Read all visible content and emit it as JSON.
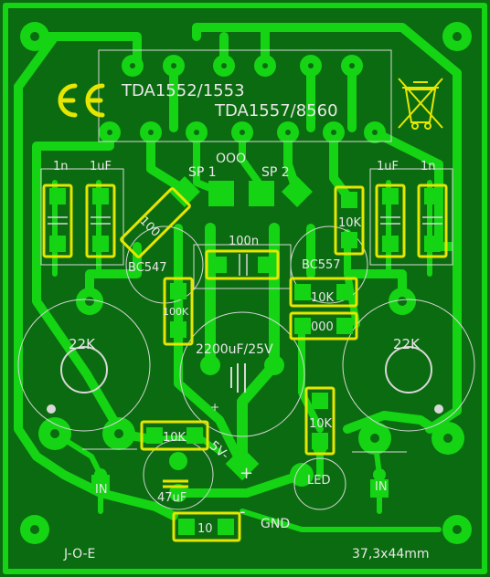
{
  "board": {
    "chips": "TDA1552/1553",
    "chips2": "TDA1557/8560",
    "spk1": "SP 1",
    "spk2": "SP 2",
    "spk_ooo": "OOO",
    "cap_1n_left": "1n",
    "cap_1uF_left": "1uF",
    "cap_1uF_right": "1uF",
    "cap_1n_right": "1n",
    "res_100_left": "100",
    "res_10K_right": "10K",
    "cap_100n": "100n",
    "bc547": "BC547",
    "bc557": "BC557",
    "res_100K": "100K",
    "res_10K_mid": "10K",
    "res_000": "000",
    "pot_left": "22K",
    "pot_right": "22K",
    "cap_main": "2200uF/25V",
    "res_10K_lower": "10K",
    "res_10K_led": "10K",
    "supply": "5V-",
    "plus": "+",
    "minus": "-",
    "led": "LED",
    "cap_47uF": "47uF",
    "in_left": "IN",
    "in_right": "IN",
    "gnd": "GND",
    "res_10": "10",
    "author": "J-O-E",
    "size": "37,3x44mm"
  }
}
